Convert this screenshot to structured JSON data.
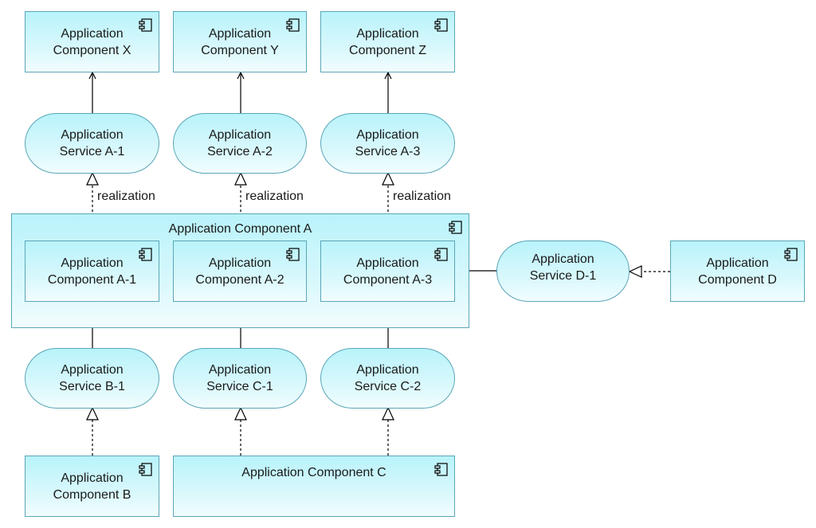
{
  "nodes": {
    "comp_x": "Application\nComponent X",
    "comp_y": "Application\nComponent Y",
    "comp_z": "Application\nComponent Z",
    "svc_a1": "Application\nService A-1",
    "svc_a2": "Application\nService A-2",
    "svc_a3": "Application\nService A-3",
    "group_a": "Application Component A",
    "comp_a1": "Application\nComponent A-1",
    "comp_a2": "Application\nComponent A-2",
    "comp_a3": "Application\nComponent A-3",
    "svc_d1": "Application\nService D-1",
    "comp_d": "Application\nComponent D",
    "svc_b1": "Application\nService B-1",
    "svc_c1": "Application\nService C-1",
    "svc_c2": "Application\nService C-2",
    "comp_b": "Application\nComponent B",
    "comp_c": "Application Component C"
  },
  "edges": {
    "realization_1": "realization",
    "realization_2": "realization",
    "realization_3": "realization"
  },
  "colors": {
    "fill_top": "#b9f3fb",
    "fill_bottom": "#f2fdfe",
    "border": "#5aa6b8",
    "line": "#000000"
  }
}
